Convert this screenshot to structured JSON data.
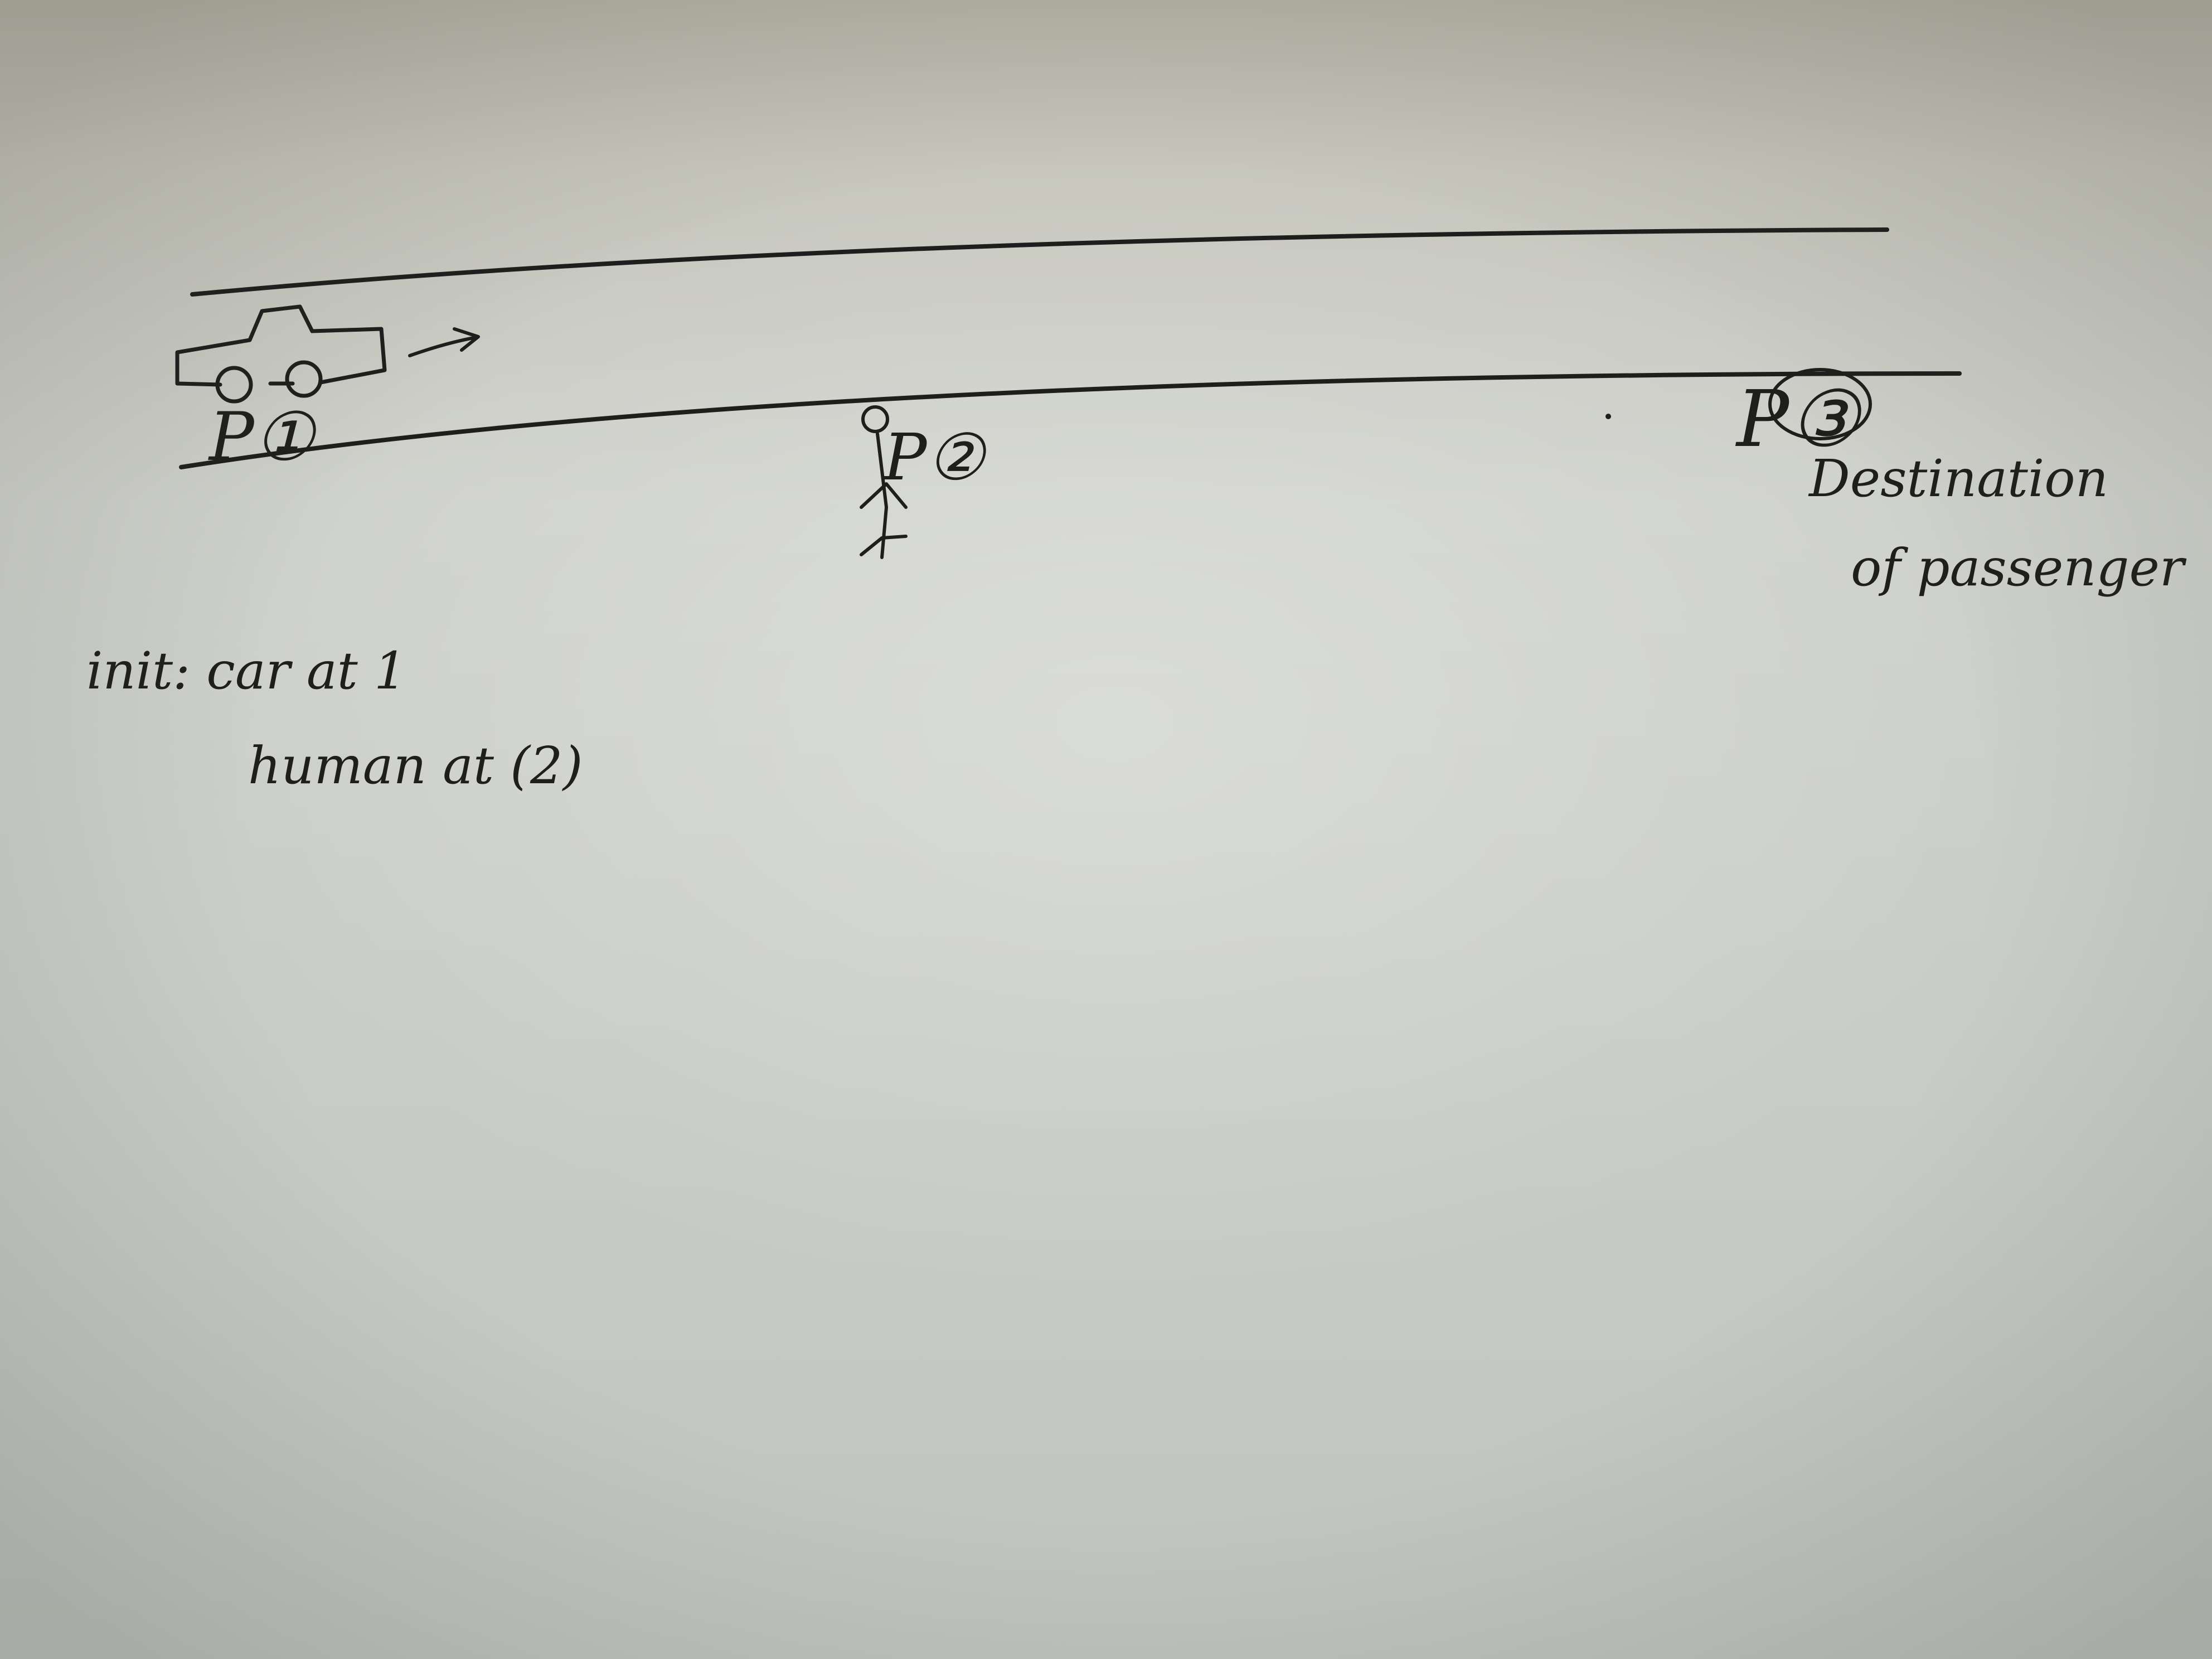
{
  "labels": {
    "p1": "P①",
    "p2": "P②",
    "p3": "P③",
    "destination_line1": "Destination",
    "destination_line2": "of passenger",
    "note_line1": "init: car at 1",
    "note_line2": "human at (2)"
  },
  "icons": {
    "car": "car-icon",
    "arrow": "arrow-right-icon",
    "person": "stick-figure-icon"
  },
  "colors": {
    "ink": "#1e1e1c",
    "paper": "#cfd1cc"
  }
}
